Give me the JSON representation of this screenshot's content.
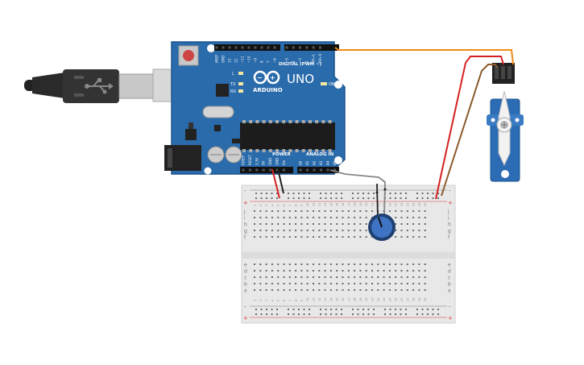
{
  "arduino": {
    "logo": "UNO",
    "brand": "ARDUINO",
    "digital_label": "DIGITAL (PWM ~)",
    "power_label": "POWER",
    "analog_label": "ANALOG IN",
    "on_label": "ON",
    "led_labels": [
      "L",
      "TX",
      "RX"
    ],
    "digital_pins": [
      "AREF",
      "GND",
      "13",
      "12",
      "~11",
      "~10",
      "~9",
      "8",
      "7",
      "~6",
      "~5",
      "4",
      "~3",
      "2",
      "TX→1",
      "RX←0"
    ],
    "power_pins": [
      "IOREF",
      "RESET",
      "3.3V",
      "5V",
      "GND",
      "GND",
      "Vin"
    ],
    "analog_pins": [
      "A0",
      "A1",
      "A2",
      "A3",
      "A4",
      "A5"
    ],
    "color": "#2a6bab"
  },
  "breadboard": {
    "rail_plus": "+",
    "rail_minus": "-",
    "row_letters_top": [
      "j",
      "i",
      "h",
      "g",
      "f"
    ],
    "row_letters_bottom": [
      "e",
      "d",
      "c",
      "b",
      "a"
    ],
    "columns": 30
  },
  "wires": {
    "signal": "#f08a17",
    "power": "#d62020",
    "ground": "#8b5a2b",
    "pot_wiper": "#888888",
    "arduino_gnd": "#222222"
  },
  "components": {
    "servo_color": "#2b6cb5",
    "pot_color": "#2e5aa0",
    "usb_color": "#333333"
  }
}
